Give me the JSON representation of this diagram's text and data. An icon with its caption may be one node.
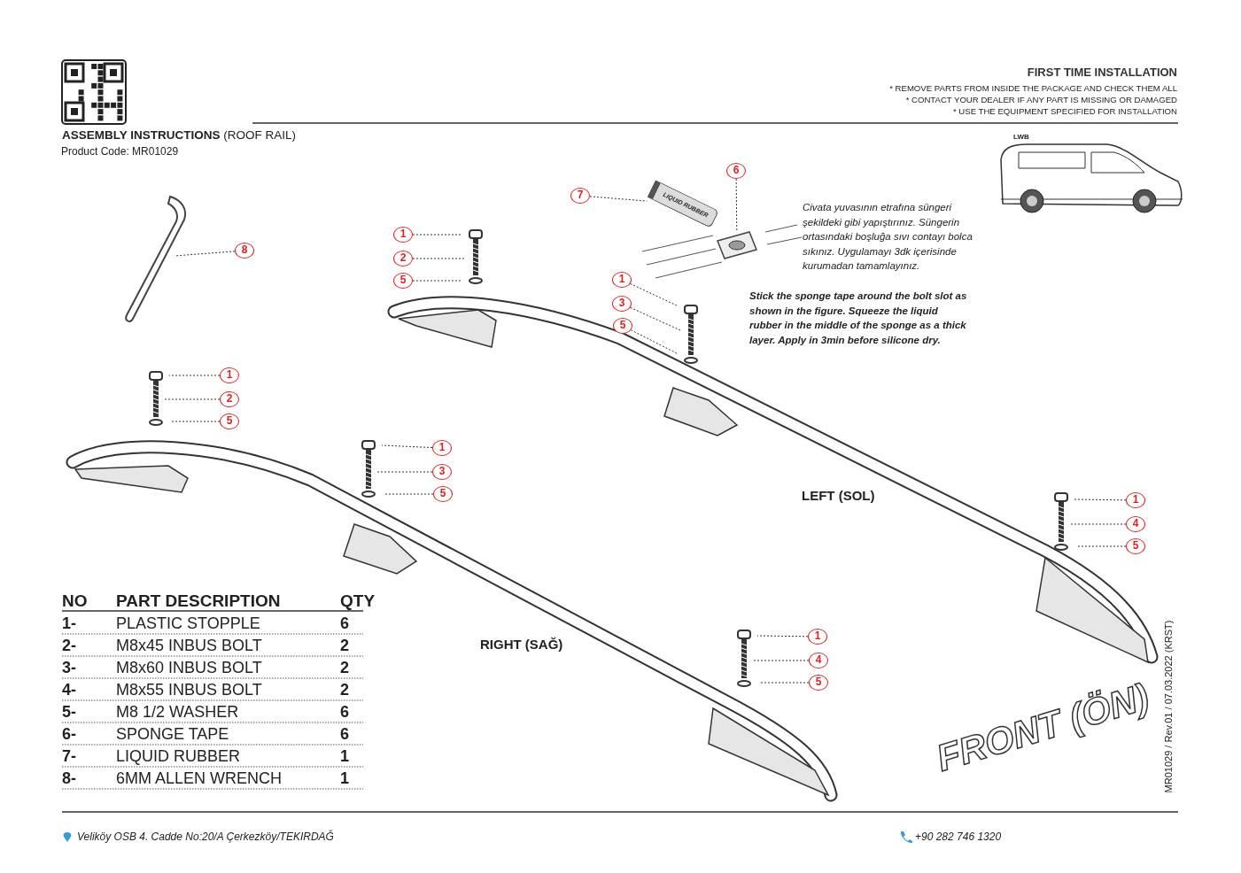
{
  "diagram": {
    "title": "**ASSEMBLY INSTRUCTIONS** (ROOF RAIL)",
    "nodes": [
      {
        "text": [
          "8"
        ]
      },
      {
        "text": [
          "7"
        ]
      },
      {
        "text": [
          "6"
        ]
      },
      {
        "text": [
          "1"
        ]
      },
      {
        "text": [
          "2"
        ]
      },
      {
        "text": [
          "5"
        ]
      },
      {
        "text": [
          "1"
        ]
      },
      {
        "text": [
          "3"
        ]
      },
      {
        "text": [
          "5"
        ]
      },
      {
        "text": [
          "1"
        ]
      },
      {
        "text": [
          "2"
        ]
      },
      {
        "text": [
          "5"
        ]
      },
      {
        "text": [
          "1"
        ]
      },
      {
        "text": [
          "3"
        ]
      },
      {
        "text": [
          "5"
        ]
      },
      {
        "text": [
          "1"
        ]
      },
      {
        "text": [
          "4"
        ]
      },
      {
        "text": [
          "5"
        ]
      },
      {
        "text": [
          "1"
        ]
      },
      {
        "text": [
          "4"
        ]
      },
      {
        "text": [
          "5"
        ]
      },
      {
        "text": [
          "LIQUID RUBBER"
        ]
      },
      {
        "text": [],
        "shape": "picture"
      }
    ],
    "edges": [
      {
        "from": 0,
        "to": null,
        "arrow": "none"
      },
      {
        "from": 1,
        "to": 21,
        "arrow": "none"
      },
      {
        "from": 2,
        "to": 22,
        "arrow": "none"
      },
      {
        "from": 3,
        "to": null,
        "arrow": "none"
      },
      {
        "from": 4,
        "to": null,
        "arrow": "none"
      },
      {
        "from": 5,
        "to": null,
        "arrow": "none"
      },
      {
        "from": 6,
        "to": null,
        "arrow": "none"
      },
      {
        "from": 7,
        "to": null,
        "arrow": "none"
      },
      {
        "from": 8,
        "to": null,
        "arrow": "none"
      },
      {
        "from": 9,
        "to": null,
        "arrow": "none"
      },
      {
        "from": 10,
        "to": null,
        "arrow": "none"
      },
      {
        "from": 11,
        "to": null,
        "arrow": "none"
      },
      {
        "from": 12,
        "to": null,
        "arrow": "none"
      },
      {
        "from": 13,
        "to": null,
        "arrow": "none"
      },
      {
        "from": 14,
        "to": null,
        "arrow": "none"
      },
      {
        "from": 15,
        "to": null,
        "arrow": "none"
      },
      {
        "from": 16,
        "to": null,
        "arrow": "none"
      },
      {
        "from": 17,
        "to": null,
        "arrow": "none"
      },
      {
        "from": 18,
        "to": null,
        "arrow": "none"
      },
      {
        "from": 19,
        "to": null,
        "arrow": "none"
      },
      {
        "from": 20,
        "to": null,
        "arrow": "none"
      }
    ],
    "labels": [
      "Product Code: MR01029",
      "FIRST TIME INSTALLATION",
      "* REMOVE PARTS FROM INSIDE THE PACKAGE AND CHECK THEM ALL",
      "* CONTACT YOUR DEALER IF ANY PART IS MISSING OR DAMAGED",
      "* USE THE EQUIPMENT SPECIFIED FOR INSTALLATION",
      "LWB",
      "Civata yuvasının etrafına süngeri şekildeki gibi yapıştırınız. Süngerin ortasındaki boşluğa sıvı contayı bolca sıkınız. Uygulamayı 3dk içerisinde kurumadan tamamlayınız.",
      "Stick the sponge tape around the bolt slot as shown in the figure. Squeeze the liquid rubber in the middle of the sponge as a thick layer. Apply in 3min before silicone dry.",
      "LEFT (SOL)",
      "RIGHT (SAĞ)",
      "NO",
      "PART DESCRIPTION",
      "QTY",
      "1-",
      "PLASTIC STOPPLE",
      "6",
      "2-",
      "M8x45 INBUS BOLT",
      "2",
      "3-",
      "M8x60 INBUS BOLT",
      "2",
      "4-",
      "M8x55 INBUS BOLT",
      "2",
      "5-",
      "M8 1/2 WASHER",
      "6",
      "6-",
      "SPONGE TAPE",
      "6",
      "7-",
      "LIQUID RUBBER",
      "1",
      "8-",
      "6MM ALLEN WRENCH",
      "1",
      "FRONT (ÖN)",
      "MR01029 / Rev.01 / 07.03.2022 (KRST)",
      "Veliköy OSB 4. Cadde No:20/A Çerkezköy/TEKIRDAĞ",
      "+90 282 746 1320"
    ]
  }
}
